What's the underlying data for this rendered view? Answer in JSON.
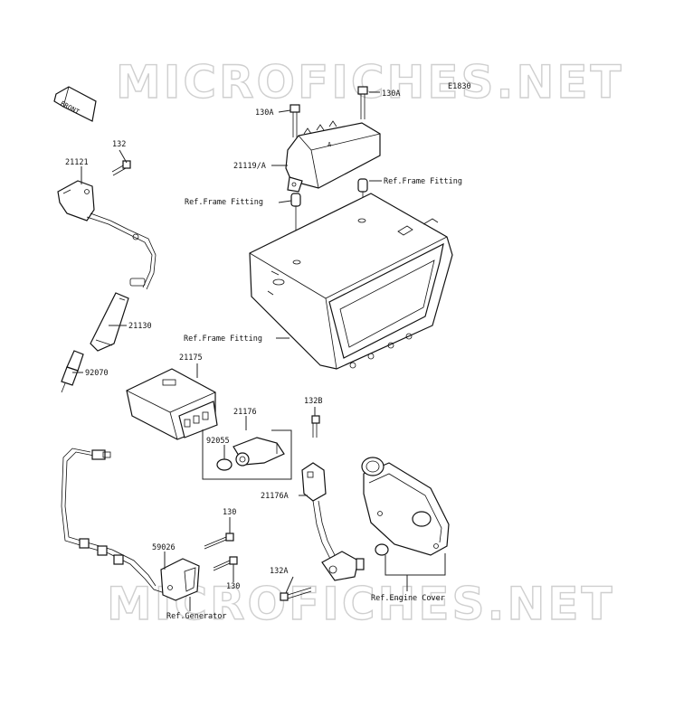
{
  "watermark": "MICROFICHES.NET",
  "diagram_code": "E1830",
  "front_arrow": "FRONT",
  "labels": {
    "p130A_left": "130A",
    "p130A_right": "130A",
    "p21119A": "21119/A",
    "ref_frame_right": "Ref.Frame Fitting",
    "ref_frame_left": "Ref.Frame Fitting",
    "ref_frame_bottom": "Ref.Frame Fitting",
    "p132": "132",
    "p21121": "21121",
    "p21130": "21130",
    "p92070": "92070",
    "p21175": "21175",
    "p21176": "21176",
    "p132B": "132B",
    "p92055": "92055",
    "p21176A": "21176A",
    "p130_top": "130",
    "p59026": "59026",
    "p130_bottom": "130",
    "p132A": "132A",
    "ref_generator": "Ref.Generator",
    "ref_engine_cover": "Ref.Engine Cover"
  }
}
